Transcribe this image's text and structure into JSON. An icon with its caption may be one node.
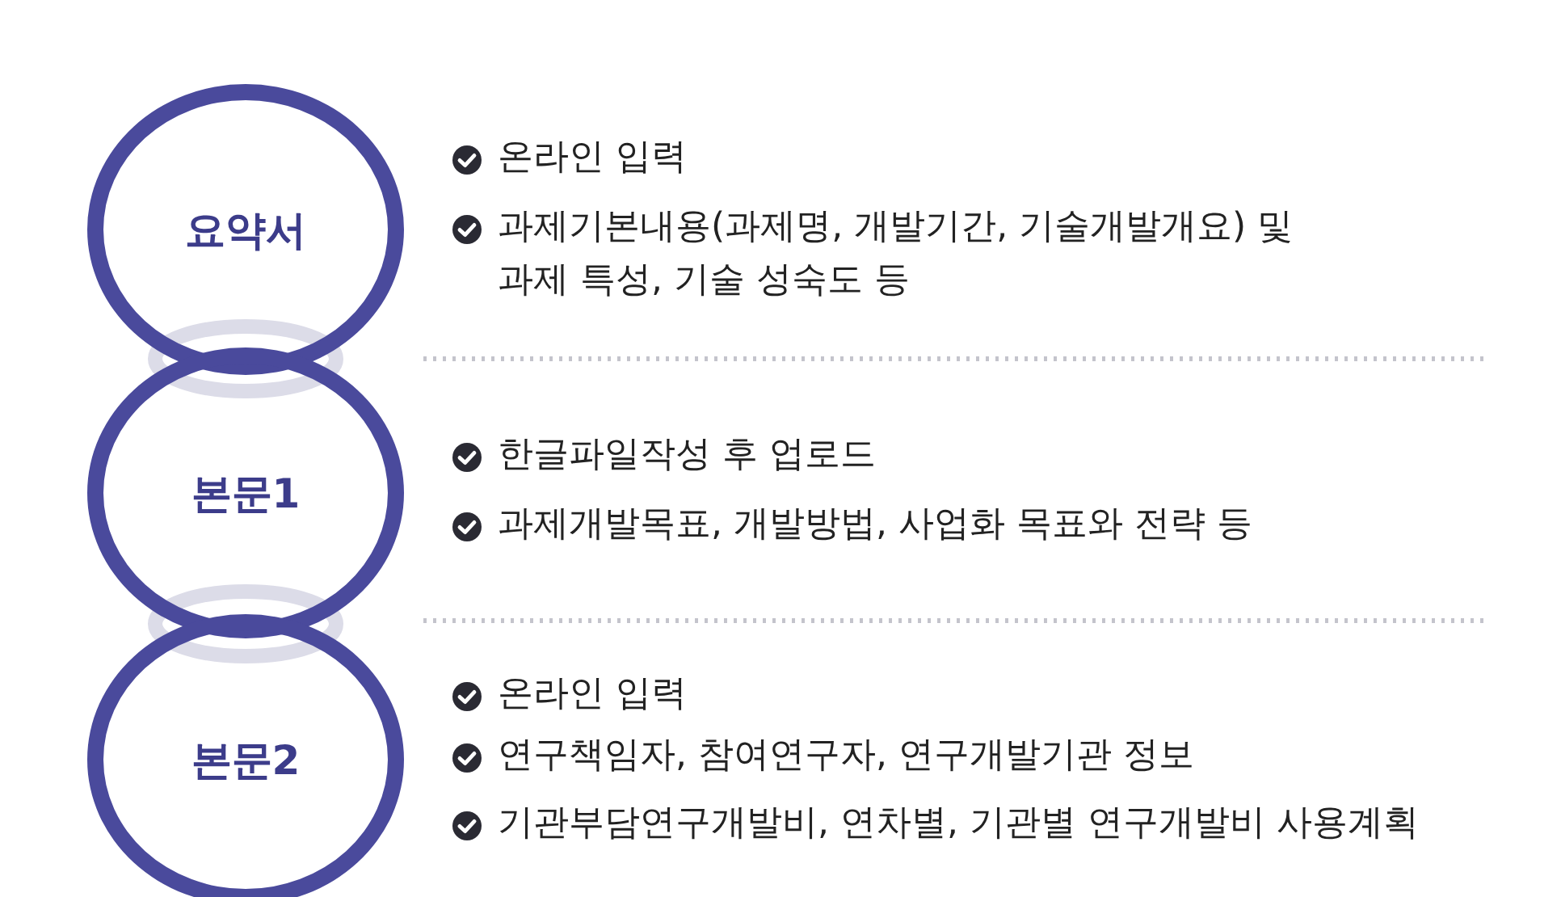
{
  "diagram": {
    "nodes": [
      {
        "text": [
          "요약서"
        ]
      },
      {
        "text": [
          "본문1"
        ]
      },
      {
        "text": [
          "본문2"
        ]
      }
    ],
    "edges": [],
    "labels": [
      "온라인 입력",
      "과제기본내용(과제명, 개발기간, 기술개발개요) 및 과제 특성, 기술 성숙도 등",
      "한글파일작성 후 업로드",
      "과제개발목표, 개발방법, 사업화 목표와 전략 등",
      "온라인 입력",
      "연구책임자, 참여연구자, 연구개발기관 정보",
      "기관부담연구개발비, 연차별, 기관별 연구개발비 사용계획"
    ]
  }
}
